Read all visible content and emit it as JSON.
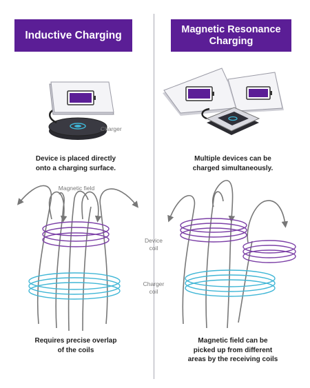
{
  "left": {
    "title": "Inductive Charging",
    "caption_top_1": "Device is placed directly",
    "caption_top_2": "onto a charging surface.",
    "charger_label": "Charger",
    "field_label": "Magnetic field",
    "caption_bottom_1": "Requires precise overlap",
    "caption_bottom_2": "of the coils"
  },
  "right": {
    "title_1": "Magnetic Resonance",
    "title_2": "Charging",
    "caption_top_1": "Multiple devices can be",
    "caption_top_2": "charged simultaneously.",
    "caption_bottom_1": "Magnetic field can be",
    "caption_bottom_2": "picked up from different",
    "caption_bottom_3": "areas by the receiving coils"
  },
  "middle": {
    "device_coil_1": "Device",
    "device_coil_2": "coil",
    "charger_coil_1": "Charger",
    "charger_coil_2": "coil"
  },
  "colors": {
    "header_purple": "#5b1e96",
    "device_coil": "#7b3fa6",
    "charger_coil": "#3fb6d6",
    "battery_purple": "#5b1e96",
    "field_lines": "#777777"
  }
}
